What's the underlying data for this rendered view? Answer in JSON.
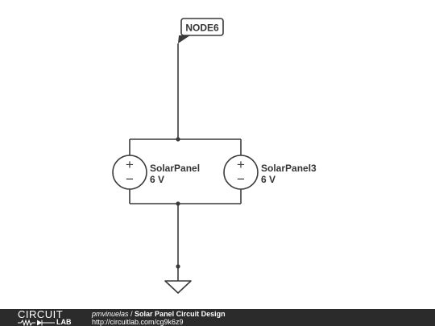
{
  "schematic": {
    "node_label": "NODE6",
    "components": [
      {
        "name": "SolarPanel",
        "value": "6 V"
      },
      {
        "name": "SolarPanel3",
        "value": "6 V"
      }
    ],
    "symbols": {
      "plus": "+",
      "minus": "−"
    }
  },
  "footer": {
    "logo_top": "CIRCUIT",
    "logo_bottom": "LAB",
    "author": "pmvinuelas",
    "separator": " / ",
    "title": "Solar Panel Circuit Design",
    "url": "http://circuitlab.com/cg9k6z9"
  }
}
